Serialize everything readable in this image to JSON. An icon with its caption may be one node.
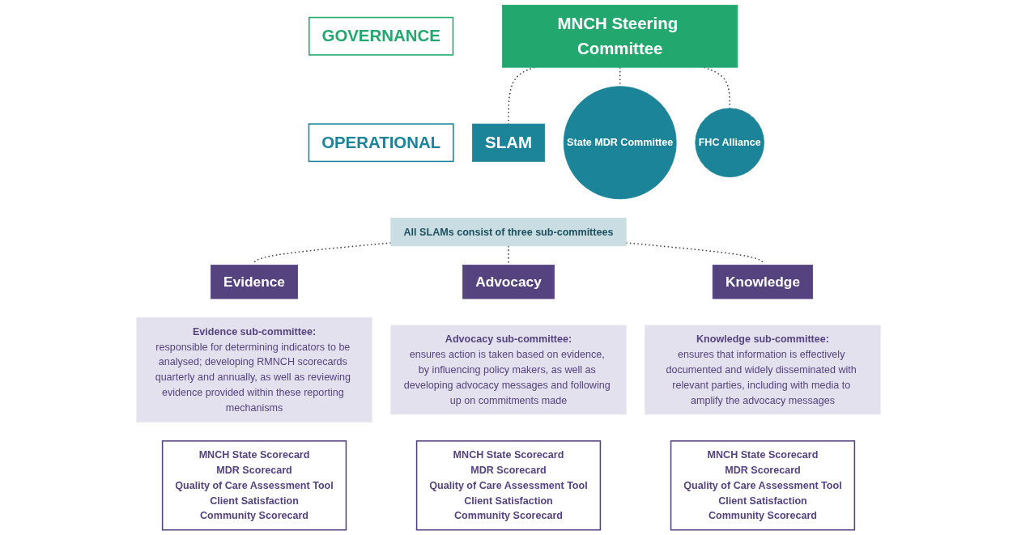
{
  "diagram": {
    "nodes": [
      {
        "text": [
          "GOVERNANCE"
        ]
      },
      {
        "text": [
          "MNCH Steering Committee"
        ]
      },
      {
        "text": [
          "OPERATIONAL"
        ]
      },
      {
        "text": [
          "SLAM"
        ]
      },
      {
        "text": [
          "All SLAMs consist of three sub-committees"
        ]
      },
      {
        "text": [
          "State MDR Committee"
        ]
      },
      {
        "text": [
          "FHC Alliance"
        ]
      },
      {
        "text": [
          "Evidence"
        ]
      },
      {
        "text": [
          "Evidence sub-committee:",
          "responsible for determining indicators to be analysed; developing RMNCH scorecards quarterly and annually, as well as reviewing evidence provided within these reporting mechanisms"
        ]
      },
      {
        "text": [
          "MNCH State Scorecard",
          "MDR Scorecard",
          "Quality of Care Assessment Tool",
          "Client Satisfaction",
          "Community Scorecard"
        ]
      },
      {
        "text": [
          "Advocacy"
        ]
      },
      {
        "text": [
          "Advocacy sub-committee:",
          "ensures action is taken based on evidence, by influencing policy makers, as well as developing advocacy messages and following up on commitments made"
        ]
      },
      {
        "text": [
          "MNCH State Scorecard",
          "MDR Scorecard",
          "Quality of Care Assessment Tool",
          "Client Satisfaction",
          "Community Scorecard"
        ]
      },
      {
        "text": [
          "Knowledge"
        ]
      },
      {
        "text": [
          "Knowledge sub-committee:",
          "ensures that information is effectively documented and widely disseminated with relevant parties, including with media to amplify the advocacy messages"
        ]
      },
      {
        "text": [
          "MNCH State Scorecard",
          "MDR Scorecard",
          "Quality of Care Assessment Tool",
          "Client Satisfaction",
          "Community Scorecard"
        ]
      }
    ],
    "edges": [
      {
        "from": 1,
        "to": 3,
        "arrow": "none",
        "style": "dashed"
      },
      {
        "from": 1,
        "to": 5,
        "arrow": "none",
        "style": "dashed"
      },
      {
        "from": 1,
        "to": 6,
        "arrow": "none",
        "style": "dashed"
      },
      {
        "from": 4,
        "to": 7,
        "arrow": "none",
        "style": "dashed"
      },
      {
        "from": 4,
        "to": 10,
        "arrow": "none",
        "style": "dashed"
      },
      {
        "from": 4,
        "to": 13,
        "arrow": "none",
        "style": "dashed"
      }
    ]
  }
}
